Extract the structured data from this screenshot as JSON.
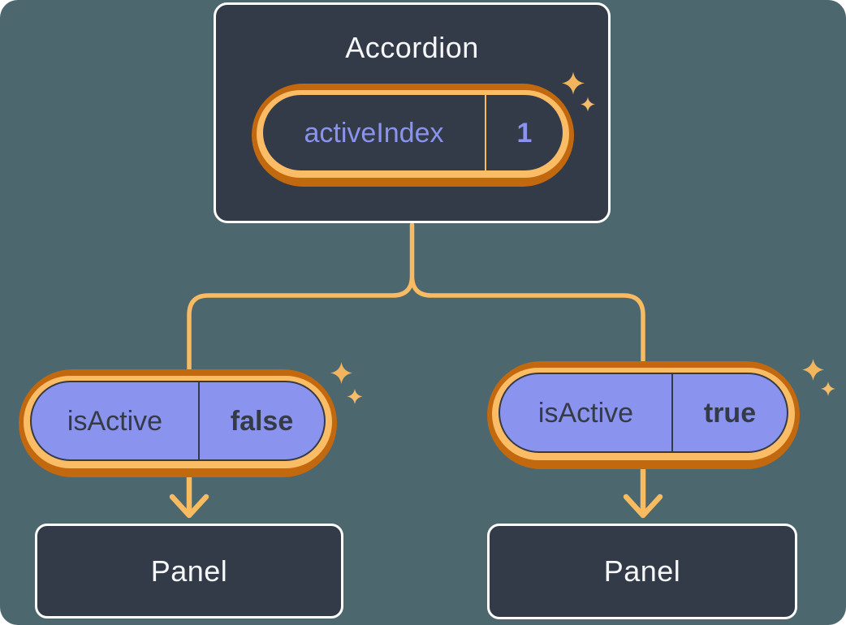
{
  "diagram": {
    "root": {
      "title": "Accordion",
      "state_key": "activeIndex",
      "state_value": "1"
    },
    "children": [
      {
        "prop_key": "isActive",
        "prop_value": "false",
        "panel_label": "Panel"
      },
      {
        "prop_key": "isActive",
        "prop_value": "true",
        "panel_label": "Panel"
      }
    ]
  },
  "icons": {
    "sparkle_large": "sparkle-icon",
    "sparkle_small": "sparkle-icon"
  },
  "colors": {
    "background": "#4C676E",
    "node_fill": "#343B48",
    "node_border": "#FFFFFF",
    "ring_dark_orange": "#C2690F",
    "ring_light_orange": "#FBBC66",
    "pill_purple": "#8A93EE",
    "connector": "#F9BB61",
    "sparkle": "#F2B45D",
    "text_light": "#F6F7F9",
    "text_purple": "#8A93ED",
    "text_dark": "#353B46"
  }
}
